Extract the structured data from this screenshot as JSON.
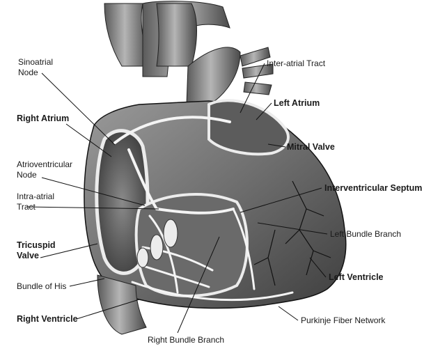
{
  "labels": {
    "sinoatrial_node": [
      "Sinoatrial",
      "Node"
    ],
    "right_atrium": "Right Atrium",
    "atrioventricular_node": [
      "Atrioventricular",
      "Node"
    ],
    "intra_atrial_tract": [
      "Intra-atrial",
      "Tract"
    ],
    "tricuspid_valve": [
      "Tricuspid",
      "Valve"
    ],
    "bundle_of_his": "Bundle of His",
    "right_ventricle": "Right Ventricle",
    "right_bundle_branch": "Right Bundle Branch",
    "purkinje_fiber_network": "Purkinje Fiber Network",
    "left_ventricle": "Left Ventricle",
    "left_bundle_branch": "Left Bundle Branch",
    "interventricular_septum": "Interventricular Septum",
    "mitral_valve": "Mitral Valve",
    "left_atrium": "Left Atrium",
    "inter_atrial_tract": "Inter-atrial Tract"
  }
}
